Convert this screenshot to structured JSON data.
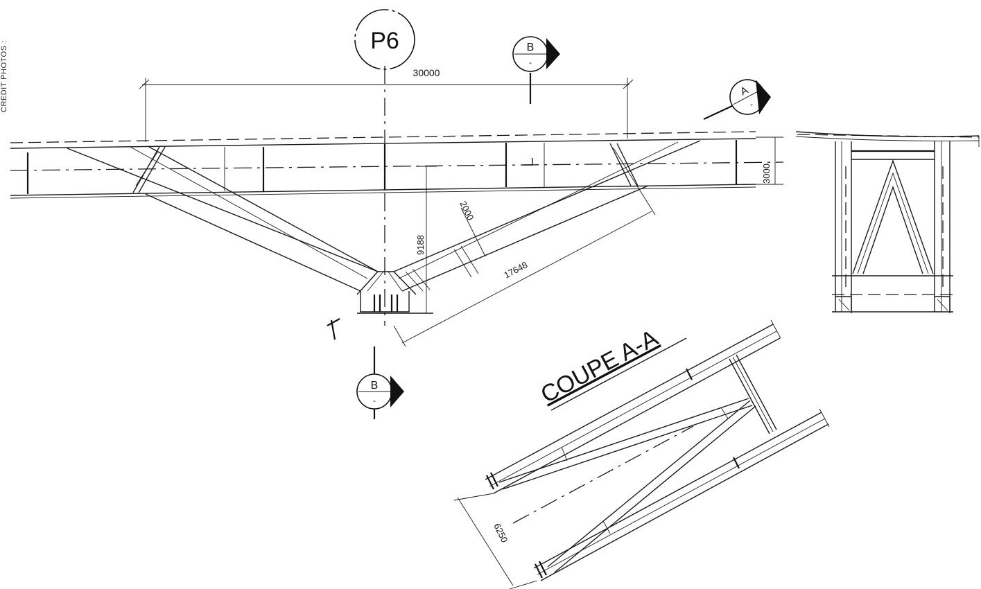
{
  "credit": "CREDIT PHOTOS :",
  "labels": {
    "pier": "P6",
    "section_a_title": "COUPE A-A",
    "section_a_marker": "A",
    "section_b_marker_top": "B",
    "section_b_marker_bottom": "B",
    "marker_sub": "-"
  },
  "dimensions": {
    "span": "30000",
    "depth": "3000",
    "height": "9188",
    "strut_depth": "2000",
    "strut_length": "17648",
    "plan_width": "6250"
  }
}
